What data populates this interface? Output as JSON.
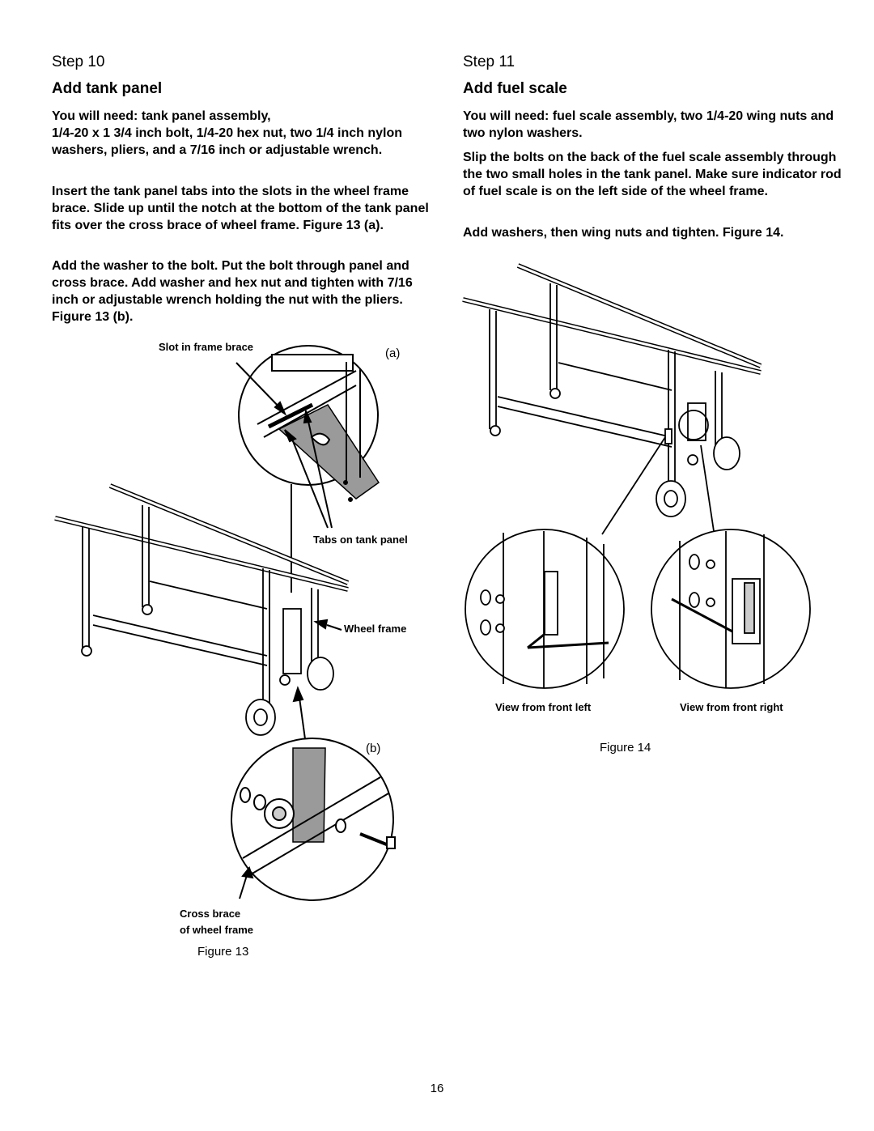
{
  "step10": {
    "step_label": "Step 10",
    "title": "Add tank panel",
    "need_line": "You will need:  tank panel assembly,",
    "need_detail": "1/4-20 x 1 3/4 inch bolt, 1/4-20 hex nut, two 1/4 inch nylon washers, pliers, and a 7/16 inch or adjustable wrench.",
    "para2": "Insert the tank panel tabs into the slots in the wheel frame brace. Slide up until the notch at the bottom of the tank panel fits over the cross brace of wheel frame. Figure 13 (a).",
    "para3": "Add the washer to the bolt. Put the bolt through panel and cross brace. Add washer and hex nut and tighten with 7/16 inch  or adjustable wrench holding the nut with the pliers. Figure 13 (b).",
    "figure": {
      "label_slot": "Slot in frame brace",
      "label_a": "(a)",
      "label_tabs": "Tabs on tank panel",
      "label_wheel_frame": "Wheel frame",
      "label_b": "(b)",
      "label_cross_brace_1": "Cross brace",
      "label_cross_brace_2": "of wheel frame",
      "caption": "Figure 13"
    }
  },
  "step11": {
    "step_label": "Step 11",
    "title": "Add fuel scale",
    "para1": "You will need:  fuel scale assembly, two 1/4-20 wing nuts and two nylon washers.",
    "para2": "Slip the bolts on the back of the fuel scale assembly through the two small holes in the tank panel. Make sure indicator rod of fuel scale is on the left side of the wheel frame.",
    "para3": "Add washers, then wing nuts and tighten. Figure 14.",
    "figure": {
      "label_front_left": "View from front left",
      "label_front_right": "View from front right",
      "caption": "Figure 14"
    }
  },
  "page_number": "16"
}
